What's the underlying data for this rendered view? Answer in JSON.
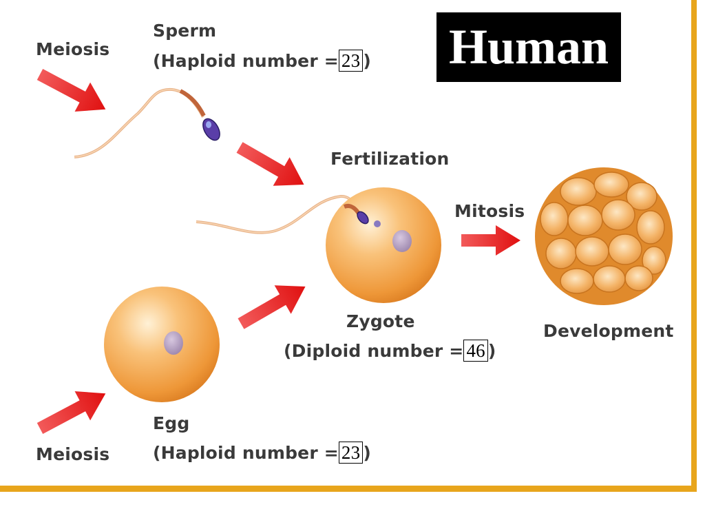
{
  "title": "Human",
  "labels": {
    "meiosis_top": "Meiosis",
    "sperm": "Sperm",
    "sperm_haploid_prefix": "(Haploid number =",
    "sperm_haploid_value": "23",
    "sperm_haploid_suffix": ")",
    "fertilization": "Fertilization",
    "mitosis": "Mitosis",
    "development": "Development",
    "zygote": "Zygote",
    "zygote_diploid_prefix": "(Diploid number =",
    "zygote_diploid_value": "46",
    "zygote_diploid_suffix": ")",
    "egg": "Egg",
    "meiosis_bottom": "Meiosis",
    "egg_haploid_prefix": "(Haploid number =",
    "egg_haploid_value": "23",
    "egg_haploid_suffix": ")"
  },
  "colors": {
    "arrow": "#e81e1e",
    "cell": "#f2a445",
    "frame": "#e8a51c"
  }
}
